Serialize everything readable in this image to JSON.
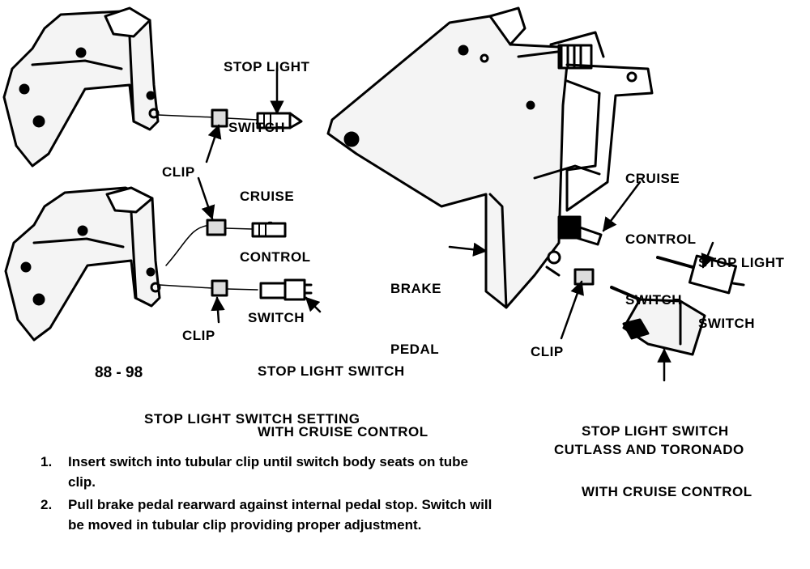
{
  "labels": {
    "top_stop_light_switch": [
      "STOP LIGHT",
      "SWITCH"
    ],
    "clip_upper": "CLIP",
    "left_cruise_control_switch": [
      "CRUISE",
      "CONTROL",
      "SWITCH"
    ],
    "clip_lower": "CLIP",
    "left_stop_light_cruise": [
      "STOP LIGHT SWITCH",
      "WITH CRUISE CONTROL"
    ],
    "brake_pedal": [
      "BRAKE",
      "PEDAL"
    ],
    "right_cruise_control_switch": [
      "CRUISE",
      "CONTROL",
      "SWITCH"
    ],
    "right_stop_light_switch": [
      "STOP LIGHT",
      "SWITCH"
    ],
    "clip_right": "CLIP",
    "right_stop_light_cruise": [
      "STOP LIGHT SWITCH",
      "WITH CRUISE CONTROL"
    ]
  },
  "figure_number": "88 - 98",
  "title": "STOP LIGHT SWITCH SETTING",
  "caption": "CUTLASS AND TORONADO",
  "steps": [
    {
      "num": "1.",
      "text": "Insert switch into tubular clip until switch body seats on tube clip."
    },
    {
      "num": "2.",
      "text": "Pull brake pedal rearward against internal pedal stop. Switch will be moved in tubular clip providing proper adjustment."
    }
  ]
}
